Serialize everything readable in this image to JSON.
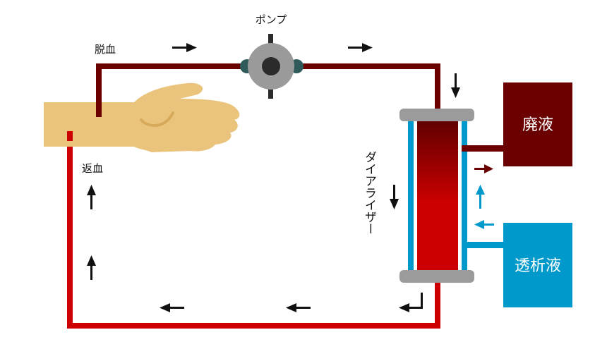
{
  "labels": {
    "pump": "ポンプ",
    "blood_out": "脱血",
    "blood_return": "返血",
    "dialyzer": "ダイアライザー",
    "waste": "廃液",
    "dialysate": "透析液"
  },
  "colors": {
    "dark_red": "#6b0000",
    "red": "#cc0000",
    "blue": "#0099cc",
    "skin": "#eac47c",
    "skin_shadow": "#d7a95a",
    "cap_gray": "#9b9b9b",
    "pump_gray": "#9a9a9a",
    "pump_teal": "#2e5a5a",
    "arrow": "#111111"
  }
}
